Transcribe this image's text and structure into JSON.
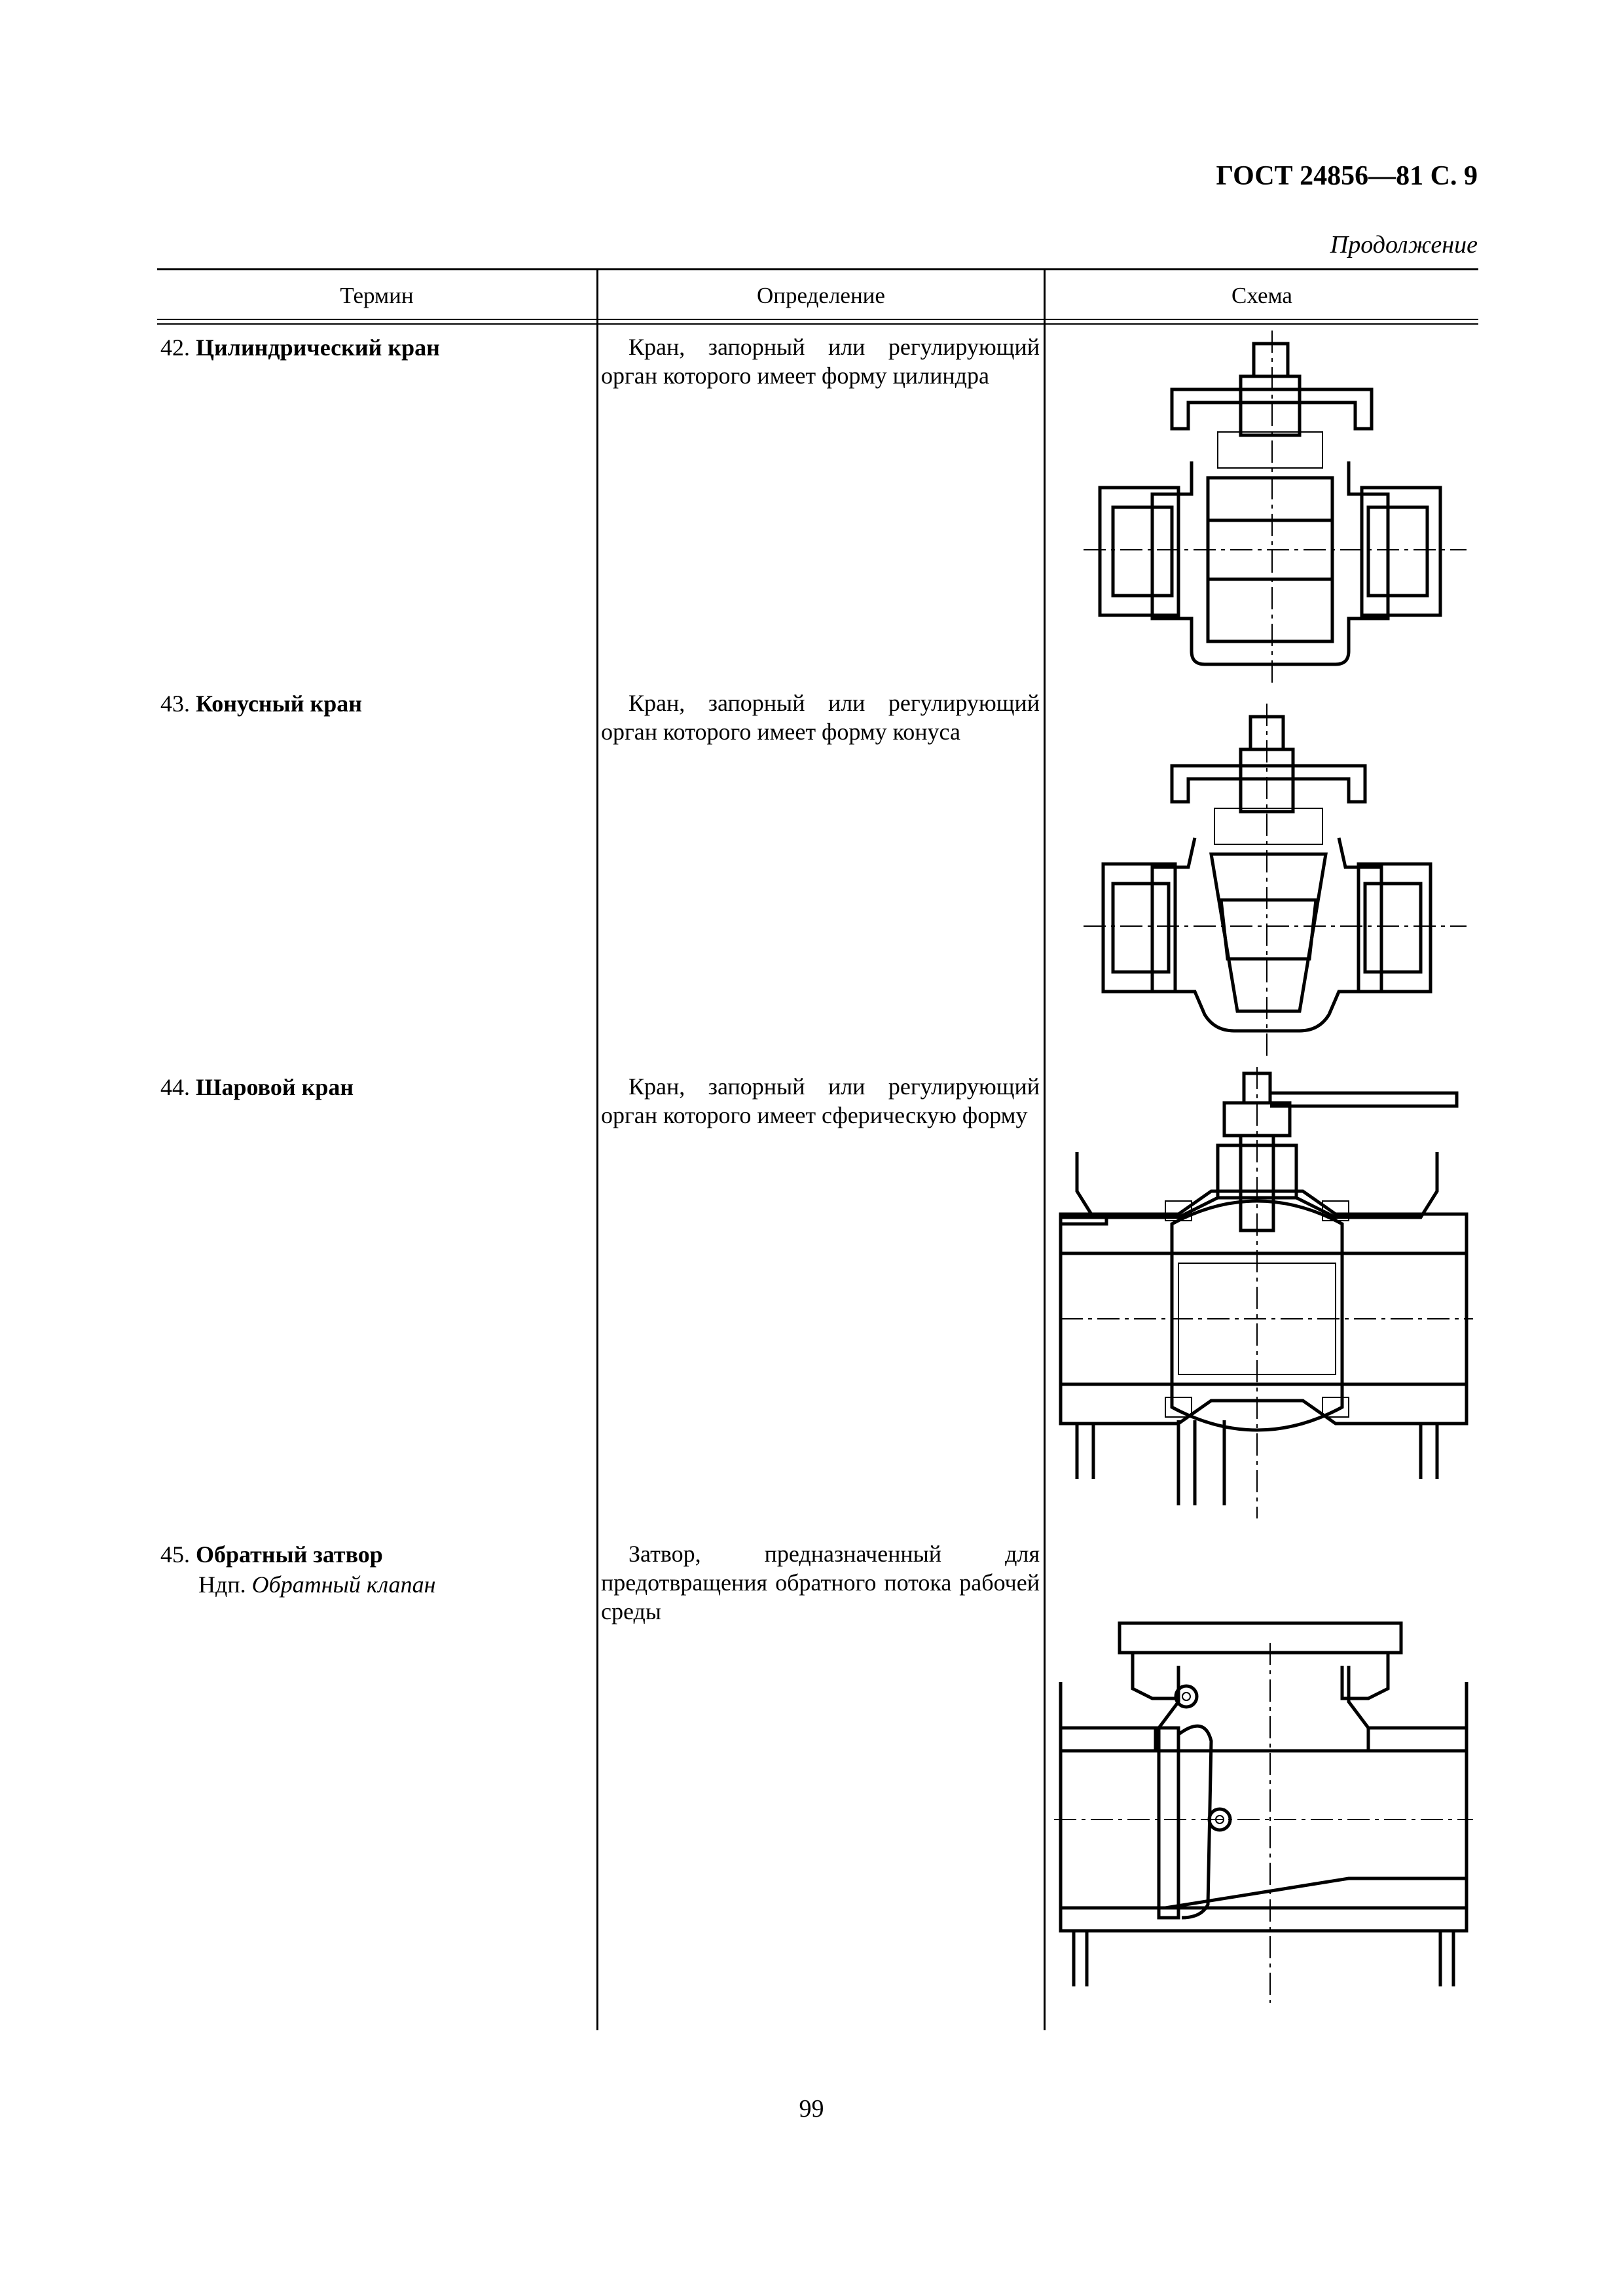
{
  "header": {
    "title": "ГОСТ 24856—81 С. 9",
    "continuation": "Продолжение"
  },
  "table": {
    "columns": [
      "Термин",
      "Определение",
      "Схема"
    ],
    "rows": [
      {
        "number": "42.",
        "term": "Цилиндрический кран",
        "definition": "Кран, запорный или регулирующий орган которого имеет форму цилиндра",
        "schema_icon": "cylindrical-valve-drawing"
      },
      {
        "number": "43.",
        "term": "Конусный кран",
        "definition": "Кран, запорный или регулирующий орган которого имеет форму конуса",
        "schema_icon": "conical-valve-drawing"
      },
      {
        "number": "44.",
        "term": "Шаровой кран",
        "definition": "Кран, запорный или регулирующий орган которого имеет сферическую форму",
        "schema_icon": "ball-valve-drawing"
      },
      {
        "number": "45.",
        "term": "Обратный затвор",
        "ndp_prefix": "Ндп.",
        "ndp_term": "Обратный клапан",
        "definition": "Затвор, предназначенный для предотвращения обратного потока рабочей среды",
        "schema_icon": "check-valve-drawing"
      }
    ]
  },
  "page_number": "99"
}
